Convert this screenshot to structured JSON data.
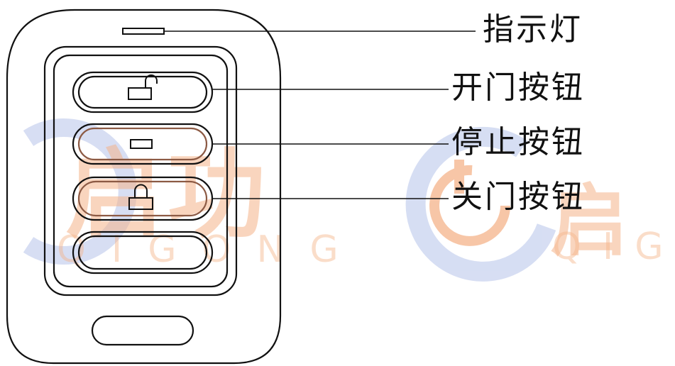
{
  "labels": {
    "indicator": "指示灯",
    "open_button": "开门按钮",
    "stop_button": "停止按钮",
    "close_button": "关门按钮"
  },
  "watermark": {
    "brand_cn": "启功",
    "brand_en_left": "QIGONG",
    "brand_en_right": "QIG",
    "orange": "#f5b48a",
    "blue": "#c9d3ef"
  },
  "device": {
    "stroke_color": "#111111",
    "button_highlight": "#e8b9a4"
  }
}
